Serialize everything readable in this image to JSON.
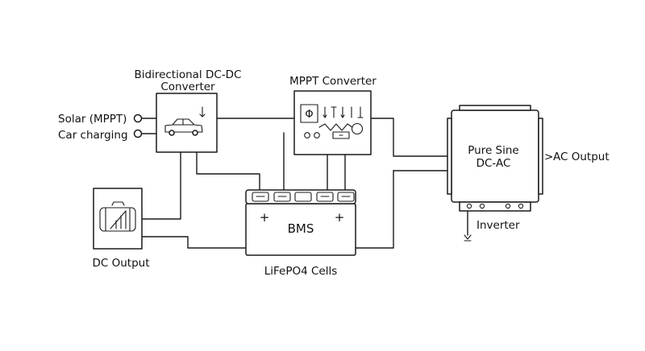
{
  "labels": {
    "bidirectional_line1": "Bidirectional DC-DC",
    "bidirectional_line2": "Converter",
    "mppt": "MPPT Converter",
    "solar": "Solar (MPPT)",
    "car": "Car charging",
    "inverter_line1": "Pure Sine",
    "inverter_line2": "DC-AC",
    "ac_output": "AC Output",
    "inverter": "Inverter",
    "bms": "BMS",
    "cells": "LiFePO4 Cells",
    "dc_output": "DC Output"
  },
  "symbols": {
    "plus": "+",
    "arrow_right": ">",
    "phi": "Φ"
  },
  "icons": [
    "car-icon",
    "output-socket-icon",
    "ground-icon",
    "circuit-symbol-icon"
  ],
  "colors": {
    "stroke": "#1a1a1a",
    "background": "#ffffff"
  }
}
